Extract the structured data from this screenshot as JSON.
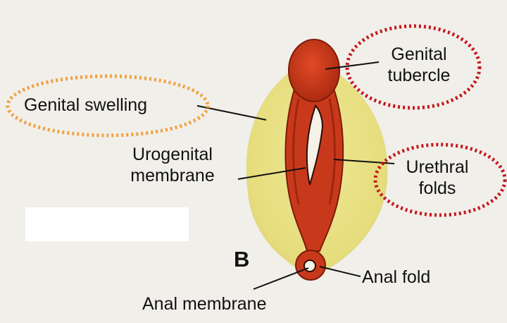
{
  "figure": {
    "panel_letter": "B",
    "labels": {
      "genital_tubercle": [
        "Genital",
        "tubercle"
      ],
      "genital_swelling": "Genital swelling",
      "urogenital_membrane": [
        "Urogenital",
        "membrane"
      ],
      "urethral_folds": [
        "Urethral",
        "folds"
      ],
      "anal_fold": "Anal fold",
      "anal_membrane": "Anal membrane"
    },
    "colors": {
      "background": "#f1efe9",
      "swelling": "#ece58c",
      "folds": "#cc3a1c",
      "fold_shadow": "#8e1e0c",
      "membrane_slit": "#f4f1e6",
      "highlight_red": "#c4161c",
      "highlight_orange": "#f0a040",
      "blank_box": "#ffffff"
    }
  }
}
